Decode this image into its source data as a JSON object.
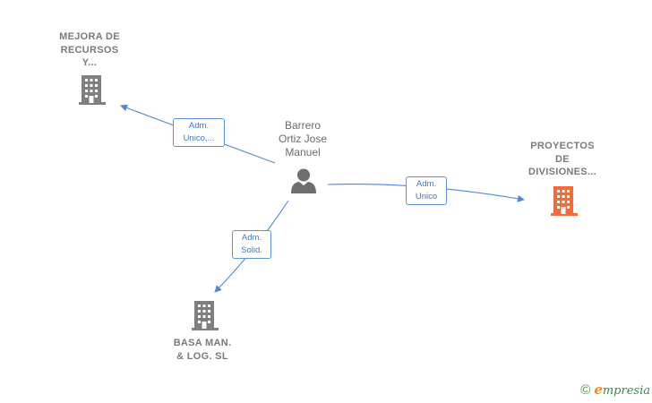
{
  "nodes": {
    "company_top_left": {
      "lines": [
        "MEJORA DE",
        "RECURSOS",
        "Y..."
      ]
    },
    "person_center": {
      "lines": [
        "Barrero",
        "Ortiz Jose",
        "Manuel"
      ]
    },
    "company_right": {
      "lines": [
        "PROYECTOS",
        "DE",
        "DIVISIONES..."
      ]
    },
    "company_bottom": {
      "lines": [
        "BASA MAN.",
        "& LOG.  SL"
      ]
    }
  },
  "edges": {
    "to_top_left": {
      "lines": [
        "Adm.",
        "Unico,..."
      ]
    },
    "to_right": {
      "lines": [
        "Adm.",
        "Unico"
      ]
    },
    "to_bottom": {
      "lines": [
        "Adm.",
        "Solid."
      ]
    }
  },
  "colors": {
    "building_default": "#7f7f7f",
    "building_highlight": "#f26b3a",
    "person": "#6e6e6e",
    "edge": "#4a88d8"
  },
  "footer": {
    "copyright_symbol": "©",
    "brand_initial": "e",
    "brand_rest": "mpresia"
  }
}
